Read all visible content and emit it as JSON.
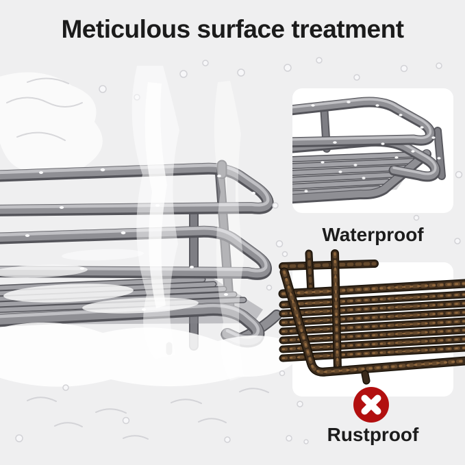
{
  "title": "Meticulous surface treatment",
  "panels": {
    "waterproof": {
      "label": "Waterproof"
    },
    "rustproof": {
      "label": "Rustproof",
      "icon": "x-circle-icon"
    }
  },
  "colors": {
    "background": "#efeff0",
    "text": "#1b1b1b",
    "card_bg": "#ffffff",
    "tube_gray": "#8f8f94",
    "tube_gray_dark": "#54545a",
    "tube_gray_light": "#c9c9cd",
    "rust_dark": "#3a2a1b",
    "rust_light": "#9c7144",
    "badge_red": "#b20f0f",
    "badge_cross": "#ffffff"
  }
}
